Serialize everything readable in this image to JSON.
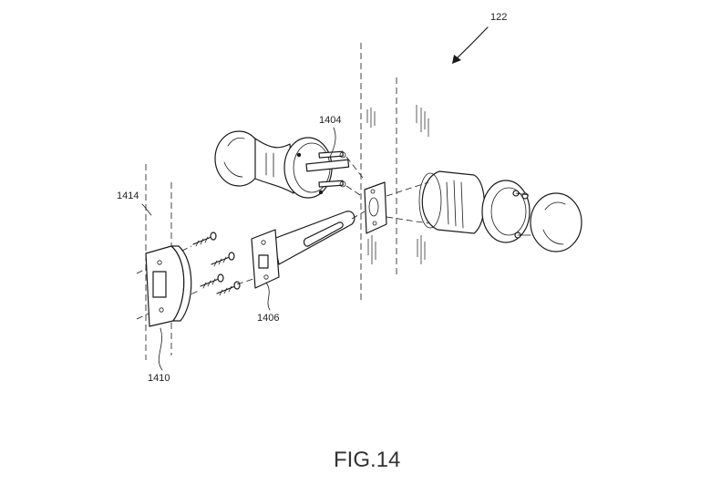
{
  "labels": {
    "assembly": "122",
    "interior_knob": "1404",
    "latch": "1406",
    "strike_plate": "1410",
    "door_frame": "1414"
  },
  "caption": "FIG.14"
}
